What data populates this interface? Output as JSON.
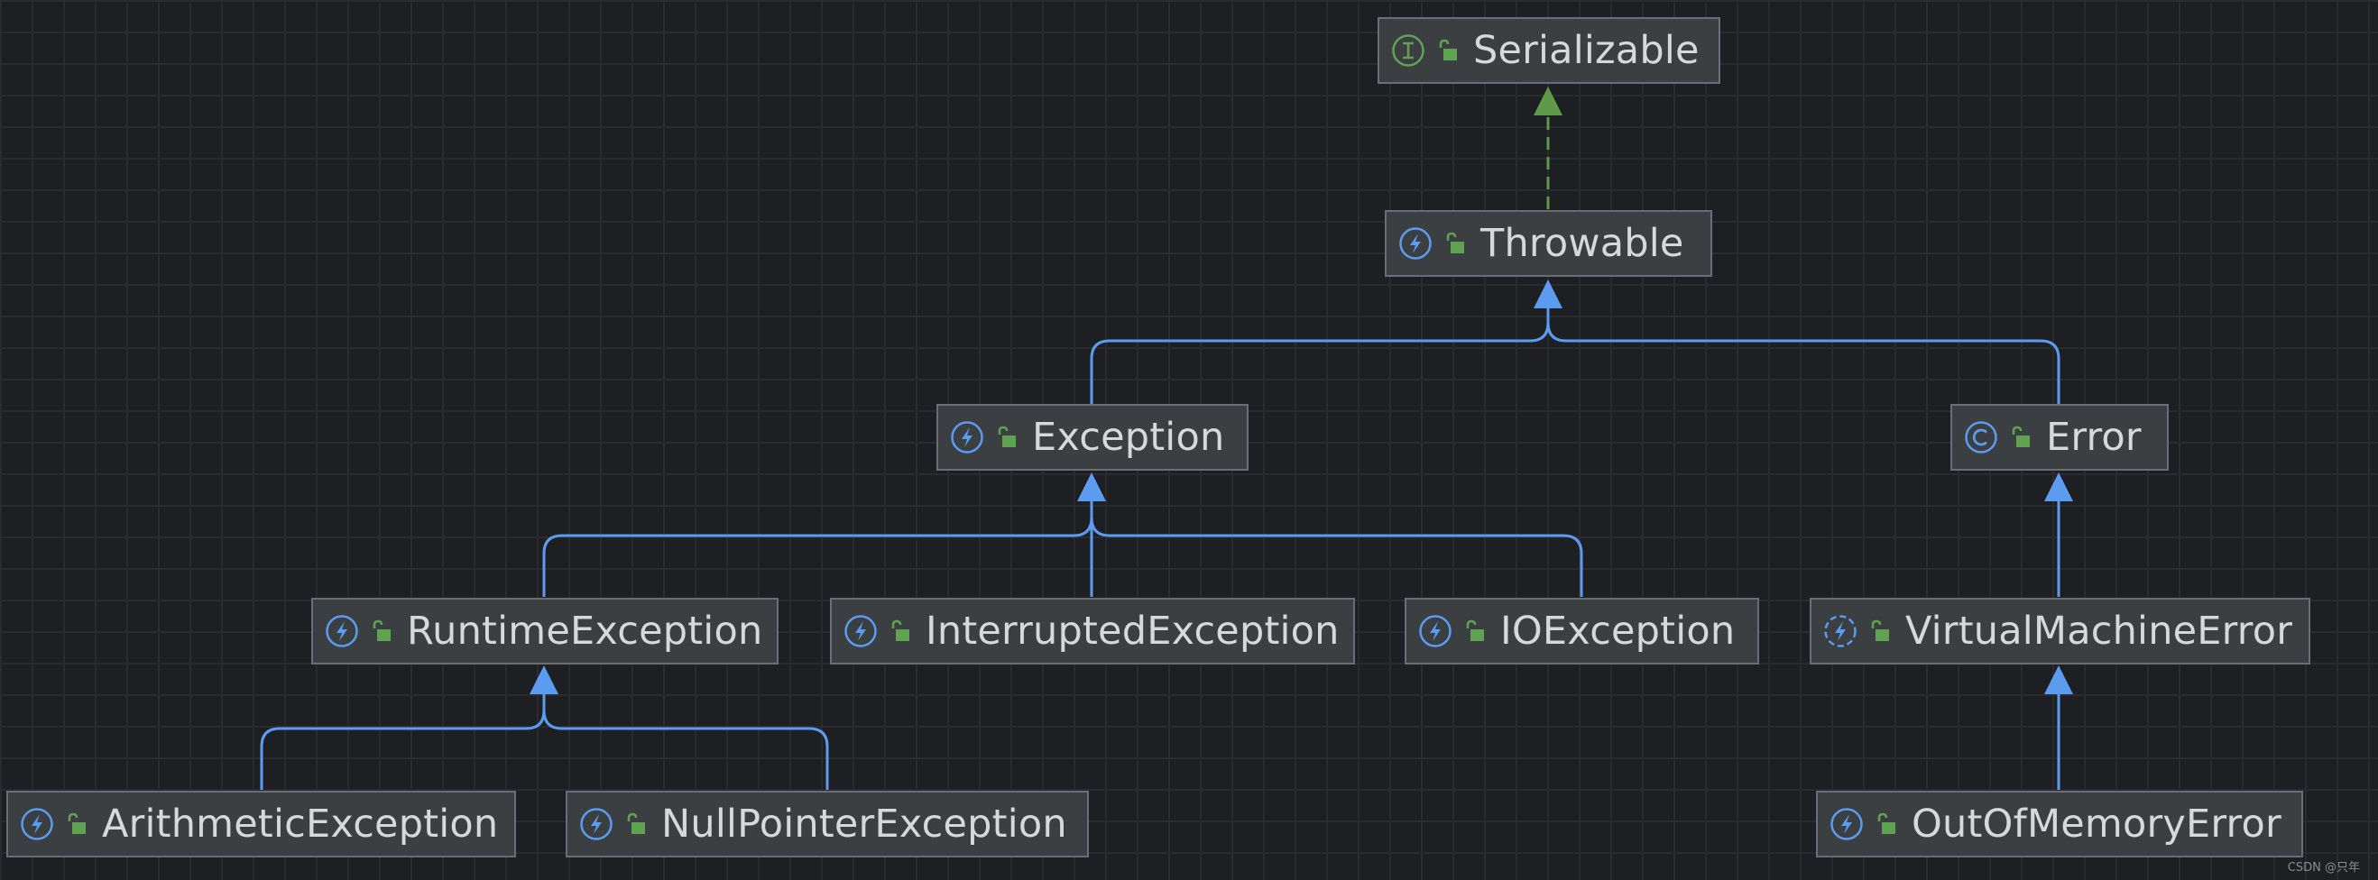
{
  "diagram": {
    "nodes": [
      {
        "id": "serializable",
        "label": "Serializable",
        "kind": "interface",
        "icon": "interface-icon"
      },
      {
        "id": "throwable",
        "label": "Throwable",
        "kind": "throwable",
        "icon": "throwable-icon"
      },
      {
        "id": "exception",
        "label": "Exception",
        "kind": "throwable",
        "icon": "throwable-icon"
      },
      {
        "id": "error",
        "label": "Error",
        "kind": "class",
        "icon": "class-icon"
      },
      {
        "id": "runtime-exception",
        "label": "RuntimeException",
        "kind": "throwable",
        "icon": "throwable-icon"
      },
      {
        "id": "interrupted-exception",
        "label": "InterruptedException",
        "kind": "throwable",
        "icon": "throwable-icon"
      },
      {
        "id": "io-exception",
        "label": "IOException",
        "kind": "throwable",
        "icon": "throwable-icon"
      },
      {
        "id": "virtual-machine-error",
        "label": "VirtualMachineError",
        "kind": "abstract-throwable",
        "icon": "abstract-throwable-icon"
      },
      {
        "id": "arithmetic-exception",
        "label": "ArithmeticException",
        "kind": "throwable",
        "icon": "throwable-icon"
      },
      {
        "id": "null-pointer-exception",
        "label": "NullPointerException",
        "kind": "throwable",
        "icon": "throwable-icon"
      },
      {
        "id": "out-of-memory-error",
        "label": "OutOfMemoryError",
        "kind": "throwable",
        "icon": "throwable-icon"
      }
    ],
    "edges": [
      {
        "from": "throwable",
        "to": "serializable",
        "type": "implements"
      },
      {
        "from": "exception",
        "to": "throwable",
        "type": "extends"
      },
      {
        "from": "error",
        "to": "throwable",
        "type": "extends"
      },
      {
        "from": "runtime-exception",
        "to": "exception",
        "type": "extends"
      },
      {
        "from": "interrupted-exception",
        "to": "exception",
        "type": "extends"
      },
      {
        "from": "io-exception",
        "to": "exception",
        "type": "extends"
      },
      {
        "from": "virtual-machine-error",
        "to": "error",
        "type": "extends"
      },
      {
        "from": "arithmetic-exception",
        "to": "runtime-exception",
        "type": "extends"
      },
      {
        "from": "null-pointer-exception",
        "to": "runtime-exception",
        "type": "extends"
      },
      {
        "from": "out-of-memory-error",
        "to": "virtual-machine-error",
        "type": "extends"
      }
    ],
    "colors": {
      "extends": "#5b9cf0",
      "implements": "#5f9a4a",
      "class_icon": "#5b9cf0",
      "interface_icon": "#5fa352",
      "lock": "#5fa352"
    }
  },
  "watermark": "CSDN @只年"
}
